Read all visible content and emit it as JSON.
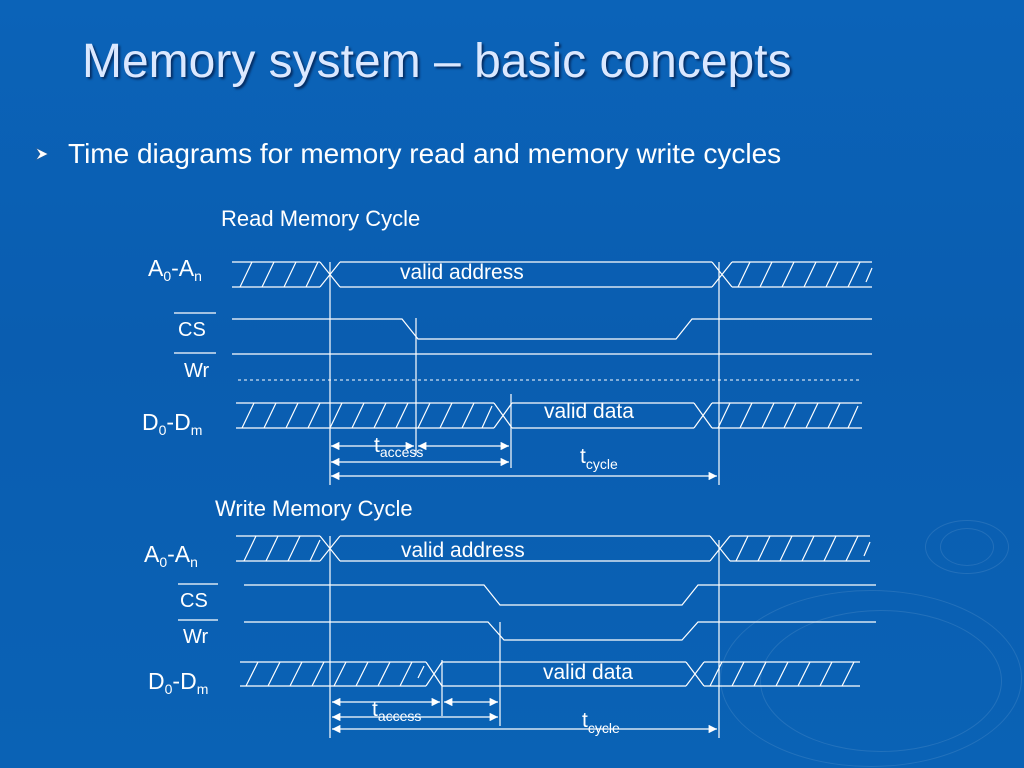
{
  "slide": {
    "title": "Memory system – basic concepts",
    "bullet": "Time diagrams for memory read and memory write cycles"
  },
  "read_cycle": {
    "heading": "Read Memory Cycle",
    "valid_address": "valid address",
    "valid_data": "valid data",
    "t_access_base": "t",
    "t_access_sub": "access",
    "t_cycle_base": "t",
    "t_cycle_sub": "cycle"
  },
  "write_cycle": {
    "heading": "Write Memory Cycle",
    "valid_address": "valid address",
    "valid_data": "valid data",
    "t_access_base": "t",
    "t_access_sub": "access",
    "t_cycle_base": "t",
    "t_cycle_sub": "cycle"
  },
  "signals": {
    "addr_base": "A",
    "addr_sub0": "0",
    "addr_dash": "-A",
    "addr_subn": "n",
    "cs": "CS",
    "wr": "Wr",
    "data_base": "D",
    "data_sub0": "0",
    "data_dash": "-D",
    "data_subm": "m"
  },
  "colors": {
    "title": "#dbe8ff",
    "text": "#ffffff",
    "background": "#0b63b8",
    "bullet_arrow": "#ffffff"
  },
  "icons": {
    "bullet": "arrowhead-bullet-icon"
  }
}
